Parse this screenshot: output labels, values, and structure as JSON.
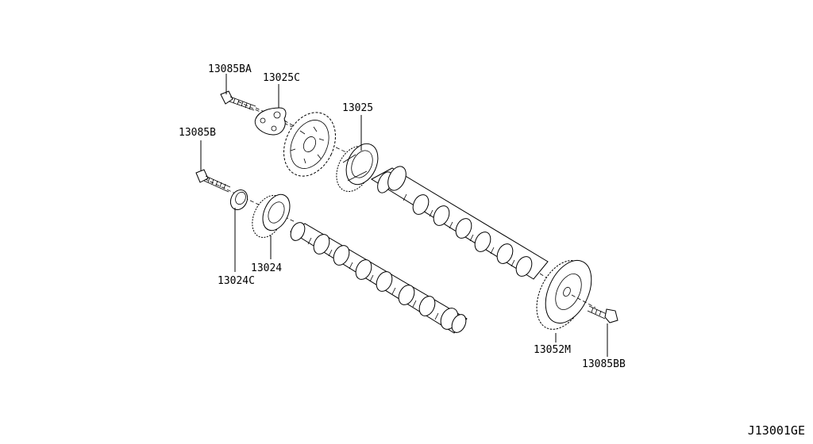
{
  "labels": {
    "bolt_top": "13085BA",
    "plate": "13025C",
    "sprocket_top": "13025",
    "bolt_left": "13085B",
    "sprocket_left": "13024",
    "washer_left": "13024C",
    "gear_right": "13052M",
    "bolt_right": "13085BB",
    "diagram_code": "J13001GE"
  }
}
